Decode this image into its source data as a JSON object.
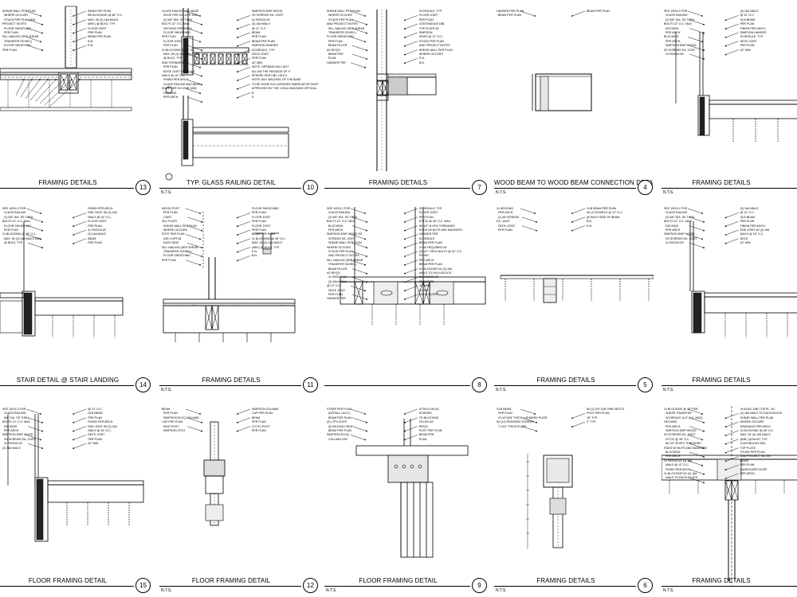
{
  "sheet": {
    "details": [
      {
        "id": "13",
        "title": "FRAMING DETAILS",
        "scale": "",
        "notes": [
          "SHEAR WALL PER PLAN",
          "WHERE OCCURS",
          "STUDS PER PLAN AND",
          "PROJECT NOTES",
          "FLOOR SHEATHING",
          "PER PLAN",
          "SILL NAILING (SEE SHEAR",
          "TRANSFER SCHED.)",
          "FLOOR SHEATHING",
          "PER PLAN",
          "BEAM PER PLAN",
          "BD BLOCKING @ 48\" O.C.",
          "MAX. W/ (4) 16d NAILS",
          "(MIN.) @ BLKG, TYP.",
          "FLOOR JOIST",
          "PER PLAN",
          "BEAM PER PLAN",
          "B.N.",
          "E.N."
        ]
      },
      {
        "id": "10",
        "title": "TYP. GLASS RAILING DETAIL",
        "scale": "N.T.S.",
        "notes": [
          "GLASS RAILING AND BASE",
          "SHOE PER ICC-ESR 3268",
          "(2) 5/8\" DIA. SS THRU",
          "BOLTS 12\" O.C. MAX",
          "DECKING PER ARCH",
          "FLOOR SHEATHING",
          "PER PLAN",
          "FLOOR JOIST",
          "PER PLAN",
          "2x BLOCKING @ 48\" O.C.",
          "MAX. W/ (4) 16d NAILS MIN.",
          "@ BLKG, TYP.",
          "END STRINGER",
          "PER PLAN",
          "EDGE JOIST W/ (3) 16d",
          "NAILS @ 16\" O.C.",
          "FINISH PER ARCH.",
          "GLASS RAILING AND BASE",
          "SHOE PER ICC-ESR 3268",
          "DECKING",
          "PER ARCH.",
          "SIMPSON DWP WOOD",
          "SS SCREWS EA. JOIST",
          "2x FASCIA W/",
          "(3) 16d NAILS",
          "@ 12\" O.C.",
          "BEAM",
          "PER PLAN",
          "BEAM PER PLAN",
          "SIMPSON HANGER",
          "SCHEDULE, TYP.",
          "DECK JOIST",
          "PER PLAN",
          "42\" MIN.",
          "NOTE: OPENING WILL NOT",
          "ALLOW THE PASSAGE OF 4\"",
          "SPHERE PER CBC 1015.4.",
          "NOTE: ANY WELDING OF THE BASE",
          "TO BE DONE IN A LICENSED FABRICATOR SHOP",
          "APPROVED BY THE LOCAL BUILDING OFFICIAL",
          "B",
          "A"
        ]
      },
      {
        "id": "7",
        "title": "FRAMING DETAILS",
        "scale": "",
        "notes": [
          "SHEAR WALL PER PLAN",
          "WHERE OCCURS",
          "STUDS PER PLAN",
          "AND PROJECT NOTES",
          "SILL NAILING (SEE SHEAR",
          "TRANSFER SCHED.)",
          "FLOOR SHEATHING",
          "PER PLAN",
          "BEAM FILLER",
          "AS REQ'D",
          "BEAM PER",
          "PLAN",
          "HANGER PER",
          "SCHEDULE, TYP.",
          "FLOOR JOIST",
          "PER PLAN",
          "CONTINUOUS DBL",
          "TOP PLATE W/",
          "SIMPSON",
          "SDWS @ 12\" O.C.",
          "STUDS PER PLAN",
          "AND PROJECT NOTES",
          "SHEAR WALL PER PLAN",
          "WHERE OCCURS",
          "E.N.",
          "B.N."
        ]
      },
      {
        "id": "4",
        "title": "WOOD BEAM TO WOOD BEAM CONNECTION  DETAIL",
        "scale": "N.T.S.",
        "notes": [
          "HANGER PER PLAN",
          "BEAM PER PLAN",
          "BEAM PER PLAN"
        ]
      },
      {
        "id": "",
        "title": "FRAMING DETAILS",
        "scale": "N.T.S.",
        "notes": [
          "SEE 10\\S4.2 FOR",
          "GLASS RAILING",
          "(2) 5/8\" DIA. SS THRU",
          "BOLTS 12\" O.C. MAX",
          "DECKING",
          "PER ARCH",
          "BLOCKING",
          "PER ARCH.",
          "SIMPSON DWP WOOD",
          "SS SCREWS EA. JOIST",
          "2x FASCIA W/",
          "(3) 16d NAILS",
          "@ 12\" O.C.",
          "GLB BEAM",
          "PER PLAN",
          "FINISH PER ARCH.",
          "SIMPSON HANGER",
          "SCHEDULE, TYP.",
          "DECK JOIST",
          "PER PLAN",
          "42\" MIN."
        ]
      },
      {
        "id": "14",
        "title": "STAIR DETAIL @ STAIR LANDING",
        "scale": "",
        "notes": [
          "SEE 10\\S4.2 FOR",
          "GLASS RAILING",
          "(2) 5/8\" DIA. SS THRU",
          "BOLTS 12\" O.C. MAX",
          "FLOOR SHEATHING",
          "PER PLAN",
          "2x BLOCKING @ 48\" O.C.",
          "MAX. W/ (4) 16d NAILS MIN.",
          "@ BLKG, TYP.",
          "FINISH PER ARCH.",
          "END JOIST W/ (3) 16d",
          "NAILS @ 16\" O.C.",
          "FLOOR JOIST",
          "PER PLAN",
          "2x FASCIA W/",
          "(3) 16d NAILS",
          "BEAM",
          "PER PLAN"
        ]
      },
      {
        "id": "11",
        "title": "FRAMING DETAILS",
        "scale": "N.T.S.",
        "notes": [
          "WOOD POST",
          "PER PLAN",
          "CONT.",
          "SILL PLATE",
          "SHEAR WALL PER PLAN",
          "WHERE OCCURS",
          "POST PER PLAN",
          "A35 CLIPS @",
          "EACH SIDE",
          "SILL NAILING (SEE SHEAR",
          "TRANSFER SCHED.)",
          "FLOOR SHEATHING",
          "PER PLAN",
          "FLOOR SHEATHING",
          "PER PLAN",
          "FLOOR JOIST",
          "PER PLAN",
          "FLOOR JOIST",
          "PER PLAN",
          "BEAM PER PLAN",
          "2x BLOCKING @ 48\" O.C.",
          "MAX. W/ (4) 16d NAILS",
          "(MIN.) @ BLKG, TYP.",
          "E.N.",
          "B.N."
        ]
      },
      {
        "id": "8",
        "title": "",
        "scale": "",
        "notes": [
          "SEE 10\\S4.2 FOR",
          "GLASS RAILING",
          "(2) 5/8\" DIA. SS THRU",
          "BOLTS 12\" O.C. MAX",
          "BLOCKING",
          "PER ARCH",
          "SIMPSON DWP WOOD SS",
          "SCREWS EA. JOIST",
          "SHEAR WALL PER PLAN",
          "WHERE OCCURS",
          "STUDS PER PLAN",
          "AND PROJECT NOTES",
          "SILL NAILING (SEE SHEAR",
          "TRANSFER SCHED.)",
          "BEAM FILLER",
          "AS REQ'D",
          "2x FASCIA W/",
          "(3) 16d NAILS",
          "@ 12\" O.C.",
          "DECK JOIST",
          "PER PLAN",
          "HANGER PER",
          "SCHEDULE, TYP.",
          "FLOOR JOIST",
          "PER PLAN",
          "DTT2Z @ 48\" O.C. MAX.",
          "W/ 1/2\" Ø HFG THREADED",
          "RODS W/ NUTS AND WASHERS",
          "HANGER PER",
          "SCHEDULE",
          "BEAM PER PLAN",
          "2x AS REQUIRED W/",
          "(2) 1/2\" THRU BOLTS @ 16\" O.C.",
          "FINISH",
          "PER ARCH.",
          "BEAM PER PLAN",
          "2x BLOCKING W/ (3) 16d",
          "NAILS TO EACH BLOCK",
          "BLOCKING AS",
          "REQUIRED",
          "42\" MIN.",
          "SLOPE",
          "DECK SLOPE"
        ]
      },
      {
        "id": "5",
        "title": "FRAMING DETAILS",
        "scale": "N.T.S.",
        "notes": [
          "2x DECKING",
          "PER ARCH.",
          "(2) #8 SCREWS",
          "EA. JOIST",
          "DECK JOIST",
          "PER PLAN",
          "GLB BEAM PER PLAN",
          "W/ (2) DOWELS @ 12\" O.C.",
          "@ EACH SIDE OF BEAM",
          "B.N.",
          "E.N."
        ]
      },
      {
        "id": "",
        "title": "FRAMING DETAILS",
        "scale": "N.T.S.",
        "notes": [
          "SEE 10\\S4.2 FOR",
          "GLASS RAILING",
          "(2) 5/8\" DIA. SS THRU",
          "BOLTS 12\" O.C. MAX",
          "DECKING",
          "PER ARCH",
          "SIMPSON DWP WOOD",
          "SS SCREWS EA. JOIST",
          "2x FASCIA W/",
          "(3) 16d NAILS",
          "@ 12\" O.C.",
          "GLB BEAM",
          "PER PLAN",
          "FINISH PER ARCH.",
          "END JOIST W/ (3) 16d",
          "NAILS @ 16\" O.C.",
          "DECK",
          "42\" MIN."
        ]
      },
      {
        "id": "15",
        "title": "FLOOR FRAMING DETAIL",
        "scale": "",
        "notes": [
          "SEE 10\\S4.2 FOR",
          "GLASS RAILING",
          "5/8\" DIA. SS THRU",
          "BOLTS 12\" O.C. MAX",
          "DECKING",
          "PER ARCH",
          "SIMPSON DWP WOOD",
          "SS SCREWS EA. JOIST",
          "2x FASCIA W/",
          "(3) 16d NAILS",
          "@ 12\" O.C.",
          "GLB BEAM",
          "PER PLAN",
          "FINISH PER ARCH.",
          "END JOIST W/ (3) 16d",
          "NAILS @ 16\" O.C.",
          "DECK JOIST",
          "PER PLAN",
          "42\" MIN."
        ]
      },
      {
        "id": "12",
        "title": "FLOOR FRAMING DETAIL",
        "scale": "N.T.S.",
        "notes": [
          "BEAM",
          "PER PLAN",
          "SIMPSON ECCQ COLUMN",
          "CAP PER PLAN",
          "KING POST",
          "SIMPSON CPC3",
          "SIMPSON COLUMN",
          "CAP PER PLAN",
          "BEAM",
          "PER PLAN",
          "(T.O.P.) POST",
          "PER PLAN"
        ]
      },
      {
        "id": "9",
        "title": "FLOOR FRAMING DETAIL",
        "scale": "N.T.S.",
        "notes": [
          "STRAP PER PLAN",
          "(INSTALL UN.O.)",
          "BEAM PER PLAN",
          "(2) LTP4 CLIPS",
          "@ ON EACH SIDE",
          "BEAM PER PLAN",
          "SIMPSON ECCQ",
          "COLUMN CAP",
          "ATTACH W/ (6)",
          "SCREWS",
          "TO BLOCKING",
          "FILLER AS",
          "REQ'D.",
          "POST PER PLAN",
          "BEAM PER",
          "PLAN"
        ]
      },
      {
        "id": "6",
        "title": "FRAMING DETAILS",
        "scale": "N.T.S.",
        "notes": [
          "GLB BEAM",
          "PER PLAN",
          "4\"x12\"x3/8\" THICK U-SHAPED PLATE",
          "W/ (10) SDS25300 SCREWS",
          "7\"x1/2\" THICK PLATE",
          "W/ (2) 3/4\" DIA THRU BOLTS",
          "POST PER PLAN",
          "18\" TYP.",
          "3\" TYP."
        ]
      },
      {
        "id": "",
        "title": "FRAMING DETAILS",
        "scale": "N.T.S.",
        "notes": [
          "2x BLOCKING @ 48\" PER",
          "SHEAR TRANSFER",
          "SCHEDULE (1/4\" O.C. MAX)",
          "DECKING",
          "PER ARCH.",
          "SIMPSON DWP WOOD",
          "SS SCREWS EA. JOIST",
          "DTT2Z @ 48\" O.C.",
          "W/ 1/2\" Ø HFG THREADED",
          "RODS W/ NUTS AND WASHERS",
          "BLOCKING",
          "PER ARCH.",
          "2x FASCIA W/ (3) 16d",
          "NAILS @ 12\" O.C.",
          "FINISH PER ARCH.",
          "2x BLOCKING W/ (3) 16d",
          "NAILS TO EACH BLOCK",
          "2x BLKG, DBL TOP PL. W/",
          "(3) 16d NAILS TO EACH BLOCK",
          "SHEAR WALL PER PLAN",
          "WHERE OCCURS",
          "DRAINAGE PER ARCH.",
          "2x BLOCKING @ 48\" O.C.",
          "MAX. W/ (4) 16d NAILS",
          "(MIN.) @ BLKG, TYP.",
          "CONTINUOUS DBL",
          "TOP PLATE",
          "STUDS PER PLAN",
          "AND PROJECT NOTES",
          "BEAM",
          "PER PLAN",
          "LANDSCAPE DOOR",
          "PER ARCH."
        ]
      }
    ]
  }
}
